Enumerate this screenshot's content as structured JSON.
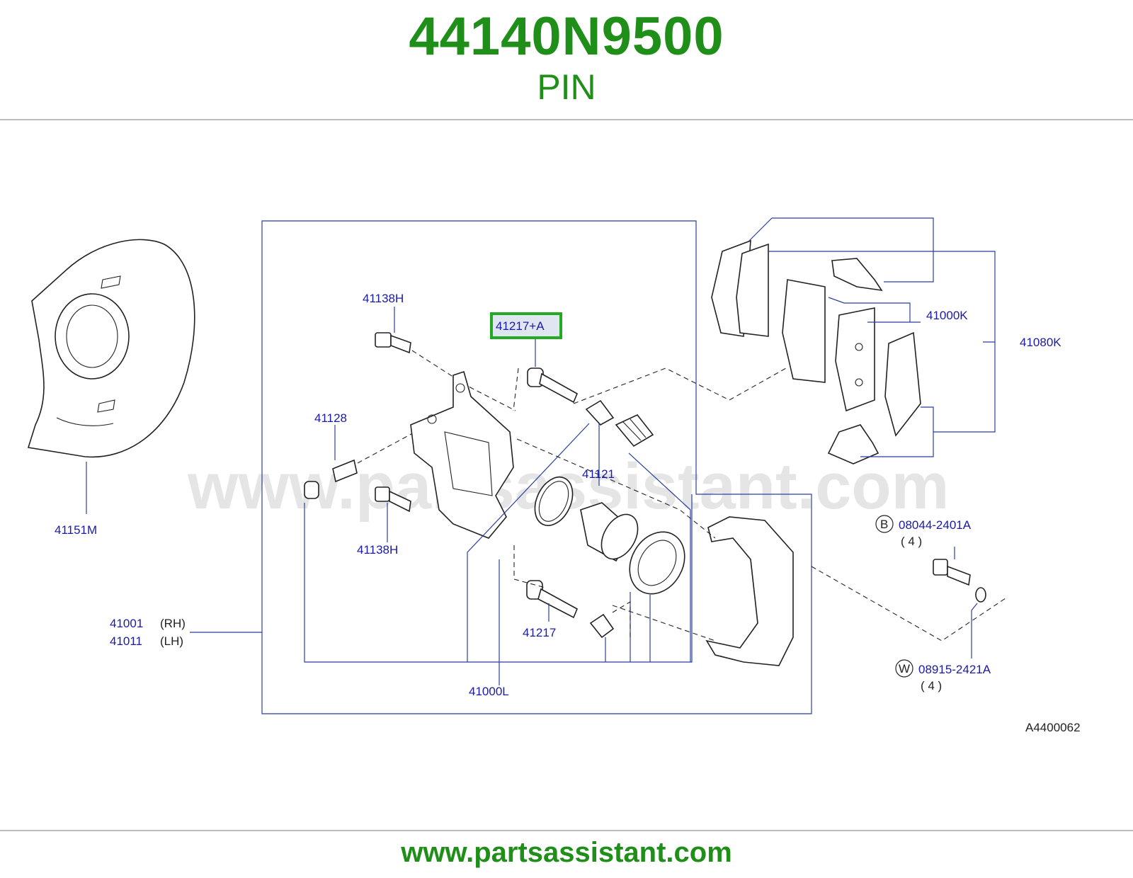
{
  "header": {
    "part_number": "44140N9500",
    "part_name": "PIN"
  },
  "watermark": "www.partsassistant.com",
  "footer": {
    "url": "www.partsassistant.com"
  },
  "diagram": {
    "ref_code": "A4400062",
    "callouts": {
      "c41151M": "41151M",
      "c41138H_top": "41138H",
      "c41128": "41128",
      "c41138H_bottom": "41138H",
      "c41217A": "41217+A",
      "c41121": "41121",
      "c41217": "41217",
      "c41000L": "41000L",
      "c41001": "41001",
      "c41001_side": "(RH)",
      "c41011": "41011",
      "c41011_side": "(LH)",
      "c41000K": "41000K",
      "c41080K": "41080K",
      "b_letter": "B",
      "c08044": "08044-2401A",
      "c08044_qty": "( 4 )",
      "w_letter": "W",
      "c08915": "08915-2421A",
      "c08915_qty": "( 4 )"
    },
    "highlight_color": "#22aa22"
  }
}
